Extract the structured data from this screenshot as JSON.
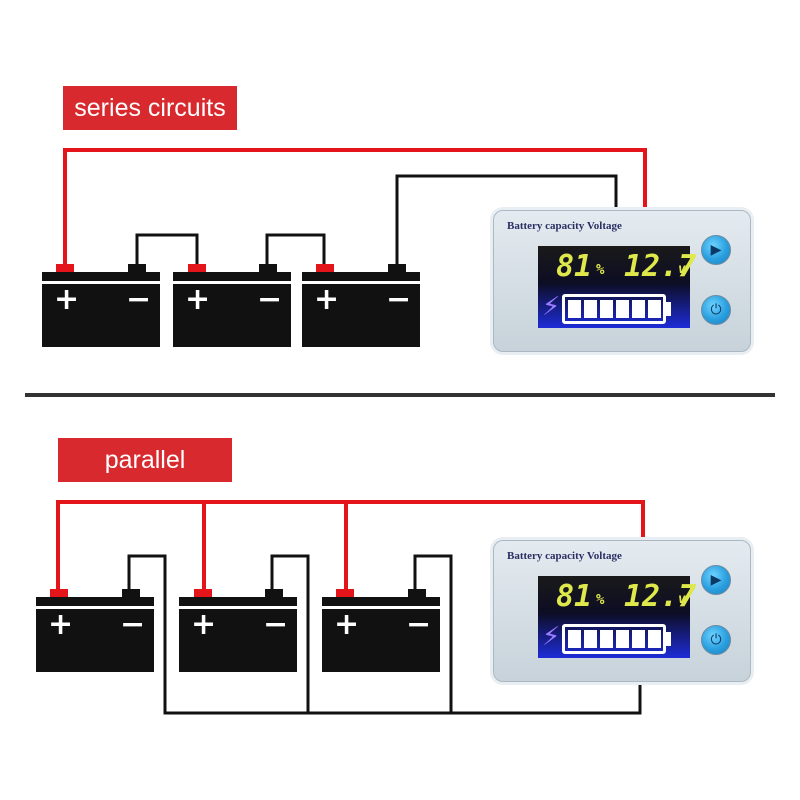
{
  "sections": {
    "series": {
      "label": "series circuits"
    },
    "parallel": {
      "label": "parallel"
    }
  },
  "battery": {
    "positive_symbol": "+",
    "negative_symbol": "−"
  },
  "meter": {
    "title": "Battery capacity Voltage",
    "capacity_value": "81",
    "capacity_unit": "%",
    "voltage_value": "12.7",
    "voltage_unit": "v",
    "capacity_fraction": 1.0,
    "segments": 6,
    "play_icon": "play-icon",
    "power_icon": "power-icon"
  },
  "colors": {
    "label_bg": "#d8292e",
    "positive_wire": "#e3151b",
    "negative_wire": "#111111",
    "lcd_digits": "#dfe84a",
    "button": "#2a9fdf"
  }
}
